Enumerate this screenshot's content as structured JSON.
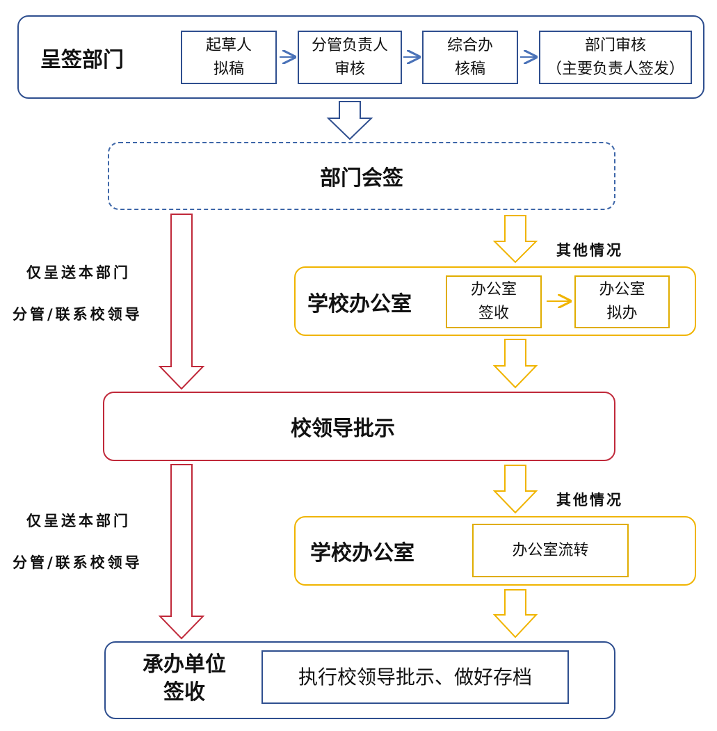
{
  "sign_dept": {
    "title": "呈签部门",
    "steps": [
      {
        "line1": "起草人",
        "line2": "拟稿"
      },
      {
        "line1": "分管负责人",
        "line2": "审核"
      },
      {
        "line1": "综合办",
        "line2": "核稿"
      },
      {
        "line1": "部门审核",
        "line2": "（主要负责人签发）"
      }
    ]
  },
  "joint_sign": {
    "title": "部门会签"
  },
  "left_note_1": {
    "line1": "仅呈送本部门",
    "line2": "分管/联系校领导"
  },
  "other_case_1": "其他情况",
  "school_office_1": {
    "title": "学校办公室",
    "steps": [
      {
        "line1": "办公室",
        "line2": "签收"
      },
      {
        "line1": "办公室",
        "line2": "拟办"
      }
    ]
  },
  "leader_approval": {
    "title": "校领导批示"
  },
  "left_note_2": {
    "line1": "仅呈送本部门",
    "line2": "分管/联系校领导"
  },
  "other_case_2": "其他情况",
  "school_office_2": {
    "title": "学校办公室",
    "step": "办公室流转"
  },
  "undertaker": {
    "title_line1": "承办单位",
    "title_line2": "签收",
    "action": "执行校领导批示、做好存档"
  },
  "colors": {
    "blue": "#2f4f8f",
    "gold": "#f0b400",
    "red": "#c0293a"
  }
}
